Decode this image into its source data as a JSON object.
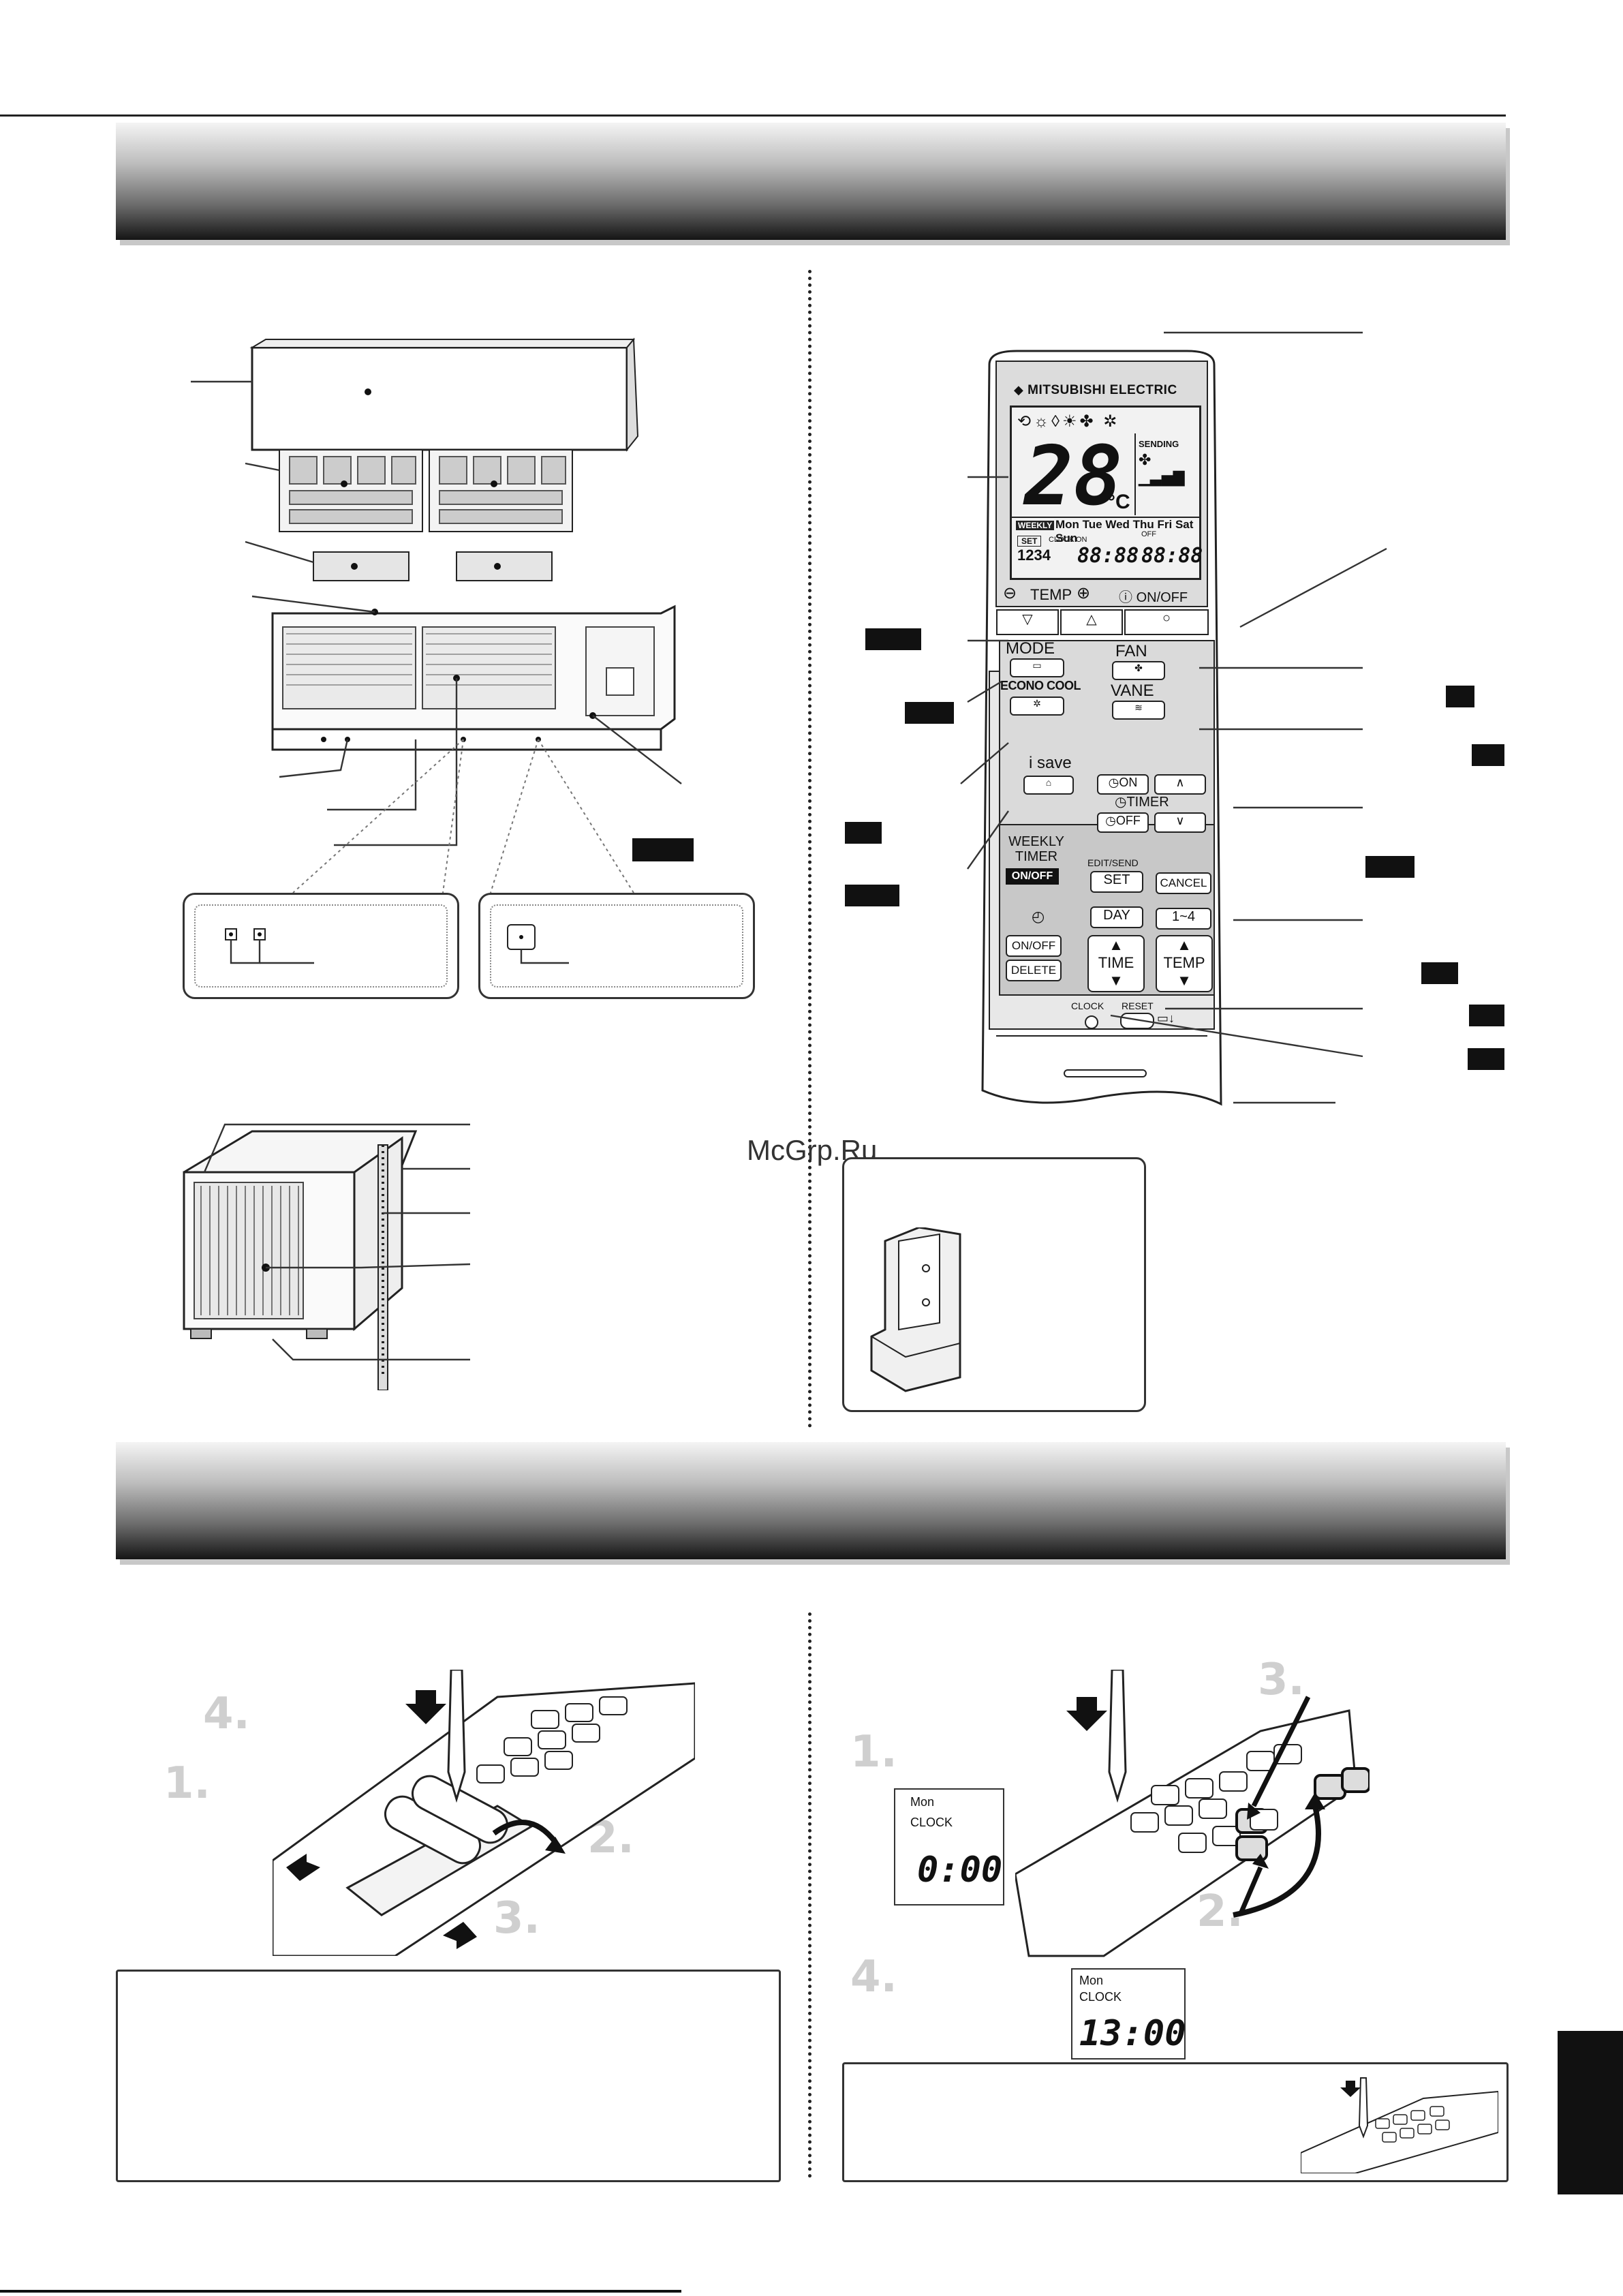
{
  "watermark": "McGrp.Ru",
  "remote": {
    "brand": "MITSUBISHI ELECTRIC",
    "lcd": {
      "temperature": "28",
      "unit": "°C",
      "sending": "SENDING",
      "weekly": "WEEKLY",
      "days": "Mon Tue Wed Thu Fri Sat Sun",
      "set": "SET",
      "clock": "CLOCK",
      "on": "ON",
      "off": "OFF",
      "pattern": "1234",
      "time_on": "88:88",
      "time_off": "88:88"
    },
    "buttons": {
      "temp": "TEMP",
      "on_off": "ON/OFF",
      "mode": "MODE",
      "fan": "FAN",
      "econo_cool": "ECONO COOL",
      "vane": "VANE",
      "i_save": "i save",
      "timer_on": "ON",
      "timer": "TIMER",
      "timer_off": "OFF",
      "weekly_timer": "WEEKLY TIMER",
      "weekly_on_off": "ON/OFF",
      "edit_send": "EDIT/SEND",
      "set": "SET",
      "cancel": "CANCEL",
      "day": "DAY",
      "one_to_four": "1~4",
      "on_off_small": "ON/OFF",
      "delete": "DELETE",
      "time": "TIME",
      "temp_btn": "TEMP",
      "clock": "CLOCK",
      "reset": "RESET"
    }
  },
  "clock_displays": {
    "first": {
      "day": "Mon",
      "label": "CLOCK",
      "time": "0:00"
    },
    "second": {
      "day": "Mon",
      "label": "CLOCK",
      "time": "13:00"
    }
  },
  "steps": {
    "left": [
      "4.",
      "1.",
      "2.",
      "3."
    ],
    "right": [
      "3.",
      "1.",
      "2.",
      "4."
    ]
  }
}
